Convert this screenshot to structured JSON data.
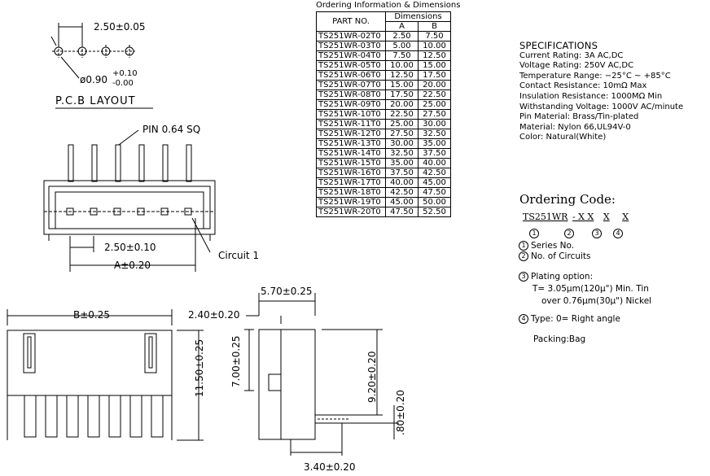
{
  "pcb": {
    "pitch_dim": "2.50±0.05",
    "hole_dim_base": "ø0.90",
    "hole_tol_plus": "+0.10",
    "hole_tol_minus": "-0.00",
    "title": "P.C.B  LAYOUT"
  },
  "front_view": {
    "pin_label": "PIN 0.64 SQ",
    "pitch_dim": "2.50±0.10",
    "a_dim": "A±0.20",
    "circuit_label": "Circuit 1"
  },
  "bottom_left": {
    "b_dim": "B±0.25",
    "height_dim": "11.50±0.25"
  },
  "side_view": {
    "width_dim": "5.70±0.25",
    "offset_dim": "2.40±0.20",
    "inner_height_dim": "7.00±0.25",
    "pin_height_dim": "9.20±0.20",
    "pin_thick_dim": ".80±0.20",
    "bottom_dim": "3.40±0.20"
  },
  "ordering_table": {
    "caption": "Ordering Information & Dimensions",
    "col_part": "PART NO.",
    "col_dims": "Dimensions",
    "col_a": "A",
    "col_b": "B",
    "rows": [
      [
        "TS251WR-02T0",
        "2.50",
        "7.50"
      ],
      [
        "TS251WR-03T0",
        "5.00",
        "10.00"
      ],
      [
        "TS251WR-04T0",
        "7.50",
        "12.50"
      ],
      [
        "TS251WR-05T0",
        "10.00",
        "15.00"
      ],
      [
        "TS251WR-06T0",
        "12.50",
        "17.50"
      ],
      [
        "TS251WR-07T0",
        "15.00",
        "20.00"
      ],
      [
        "TS251WR-08T0",
        "17.50",
        "22.50"
      ],
      [
        "TS251WR-09T0",
        "20.00",
        "25.00"
      ],
      [
        "TS251WR-10T0",
        "22.50",
        "27.50"
      ],
      [
        "TS251WR-11T0",
        "25.00",
        "30.00"
      ],
      [
        "TS251WR-12T0",
        "27.50",
        "32.50"
      ],
      [
        "TS251WR-13T0",
        "30.00",
        "35.00"
      ],
      [
        "TS251WR-14T0",
        "32.50",
        "37.50"
      ],
      [
        "TS251WR-15T0",
        "35.00",
        "40.00"
      ],
      [
        "TS251WR-16T0",
        "37.50",
        "42.50"
      ],
      [
        "TS251WR-17T0",
        "40.00",
        "45.00"
      ],
      [
        "TS251WR-18T0",
        "42.50",
        "47.50"
      ],
      [
        "TS251WR-19T0",
        "45.00",
        "50.00"
      ],
      [
        "TS251WR-20T0",
        "47.50",
        "52.50"
      ]
    ]
  },
  "specifications": {
    "title": "SPECIFICATIONS",
    "lines": [
      "Current Rating: 3A AC,DC",
      "Voltage Rating: 250V AC,DC",
      "Temperature Range: −25°C ~ +85°C",
      "Contact Resistance: 10mΩ Max",
      "Insulation Resistance: 1000MΩ Min",
      "Withstanding Voltage: 1000V AC/minute",
      "Pin Material: Brass/Tin-plated",
      "Material: Nylon 66,UL94V-0",
      "Color: Natural(White)"
    ]
  },
  "ordering_code": {
    "title": "Ordering Code:",
    "code_prefix": "TS251WR",
    "code_parts": [
      "- X X",
      "X",
      "X"
    ],
    "circle_nums": [
      "1",
      "2",
      "3",
      "4"
    ],
    "series": "Series No.",
    "circuits": "No. of Circuits",
    "plating_title": "Plating option:",
    "plating_1": "T= 3.05μm(120μ\") Min. Tin",
    "plating_2": "over 0.76μm(30μ\") Nickel",
    "type": "Type: 0= Right angle",
    "packing": "Packing:Bag"
  }
}
